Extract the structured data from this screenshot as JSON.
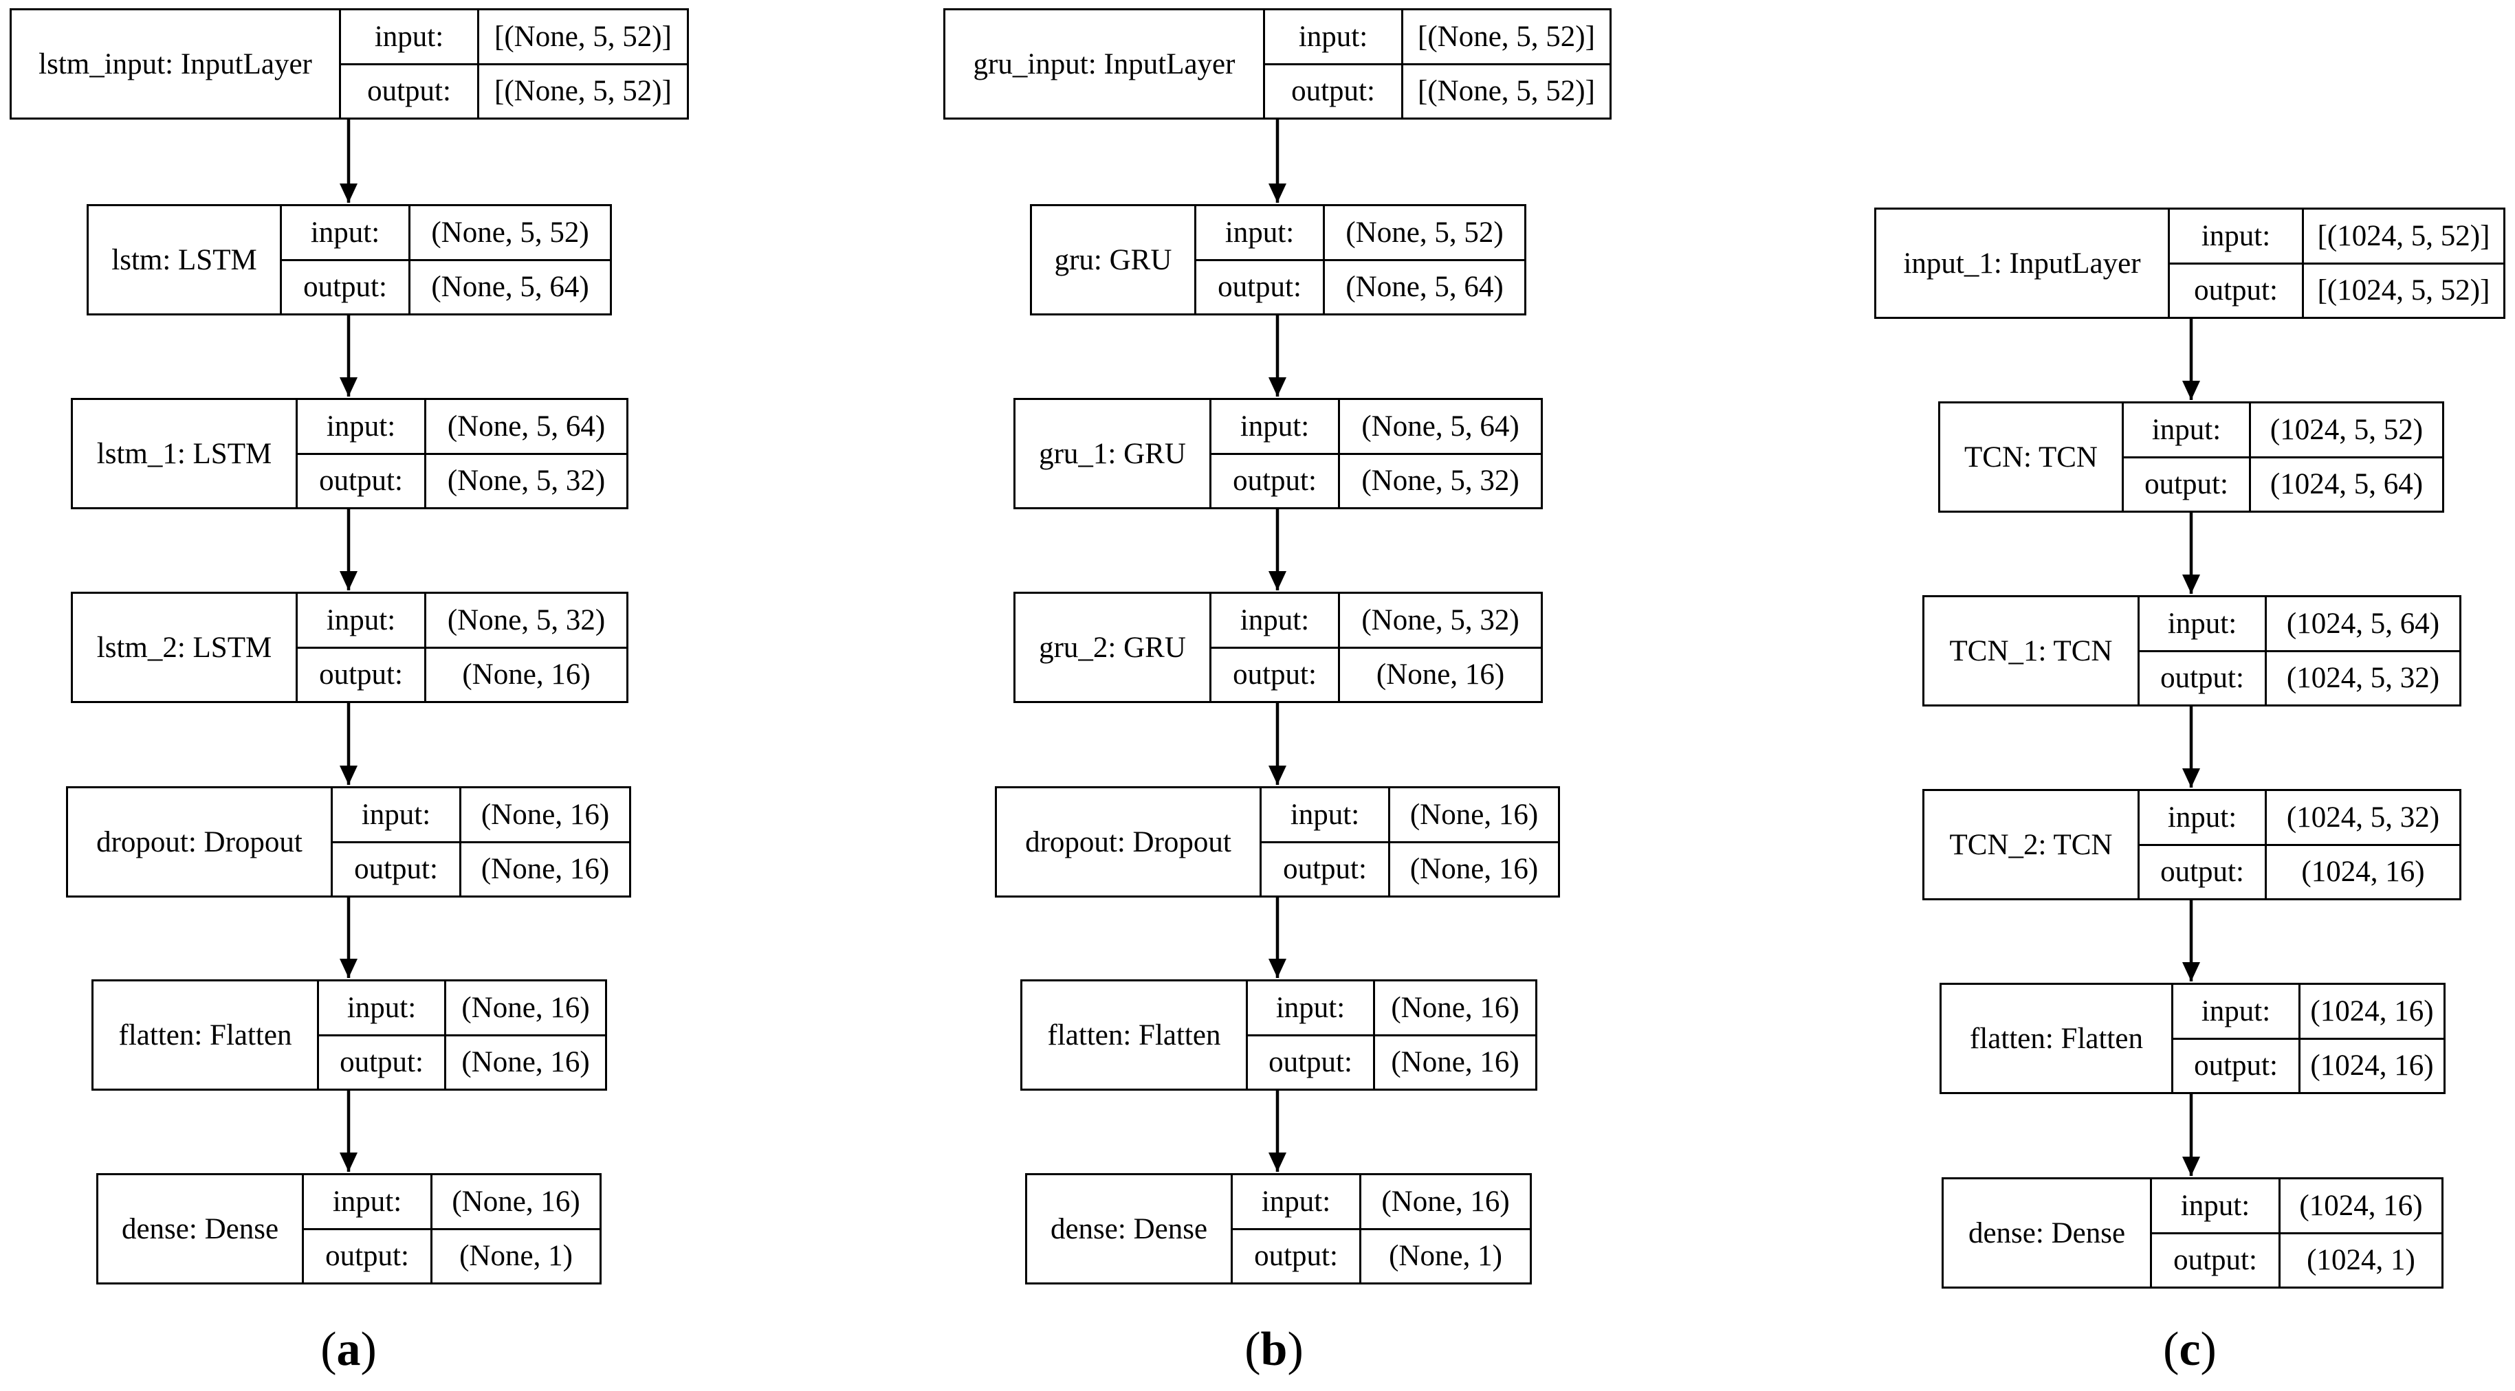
{
  "columns": [
    {
      "caption_open": "(",
      "caption_letter": "a",
      "caption_close": ")",
      "nodes": [
        {
          "name": "lstm_input: InputLayer",
          "in_label": "input:",
          "in_val": "[(None, 5, 52)]",
          "out_label": "output:",
          "out_val": "[(None, 5, 52)]"
        },
        {
          "name": "lstm: LSTM",
          "in_label": "input:",
          "in_val": "(None, 5, 52)",
          "out_label": "output:",
          "out_val": "(None, 5, 64)"
        },
        {
          "name": "lstm_1: LSTM",
          "in_label": "input:",
          "in_val": "(None, 5, 64)",
          "out_label": "output:",
          "out_val": "(None, 5, 32)"
        },
        {
          "name": "lstm_2: LSTM",
          "in_label": "input:",
          "in_val": "(None, 5, 32)",
          "out_label": "output:",
          "out_val": "(None, 16)"
        },
        {
          "name": "dropout: Dropout",
          "in_label": "input:",
          "in_val": "(None, 16)",
          "out_label": "output:",
          "out_val": "(None, 16)"
        },
        {
          "name": "flatten: Flatten",
          "in_label": "input:",
          "in_val": "(None, 16)",
          "out_label": "output:",
          "out_val": "(None, 16)"
        },
        {
          "name": "dense: Dense",
          "in_label": "input:",
          "in_val": "(None, 16)",
          "out_label": "output:",
          "out_val": "(None, 1)"
        }
      ]
    },
    {
      "caption_open": "(",
      "caption_letter": "b",
      "caption_close": ")",
      "nodes": [
        {
          "name": "gru_input: InputLayer",
          "in_label": "input:",
          "in_val": "[(None, 5, 52)]",
          "out_label": "output:",
          "out_val": "[(None, 5, 52)]"
        },
        {
          "name": "gru: GRU",
          "in_label": "input:",
          "in_val": "(None, 5, 52)",
          "out_label": "output:",
          "out_val": "(None, 5, 64)"
        },
        {
          "name": "gru_1: GRU",
          "in_label": "input:",
          "in_val": "(None, 5, 64)",
          "out_label": "output:",
          "out_val": "(None, 5, 32)"
        },
        {
          "name": "gru_2: GRU",
          "in_label": "input:",
          "in_val": "(None, 5, 32)",
          "out_label": "output:",
          "out_val": "(None, 16)"
        },
        {
          "name": "dropout: Dropout",
          "in_label": "input:",
          "in_val": "(None, 16)",
          "out_label": "output:",
          "out_val": "(None, 16)"
        },
        {
          "name": "flatten: Flatten",
          "in_label": "input:",
          "in_val": "(None, 16)",
          "out_label": "output:",
          "out_val": "(None, 16)"
        },
        {
          "name": "dense: Dense",
          "in_label": "input:",
          "in_val": "(None, 16)",
          "out_label": "output:",
          "out_val": "(None, 1)"
        }
      ]
    },
    {
      "caption_open": "(",
      "caption_letter": "c",
      "caption_close": ")",
      "nodes": [
        {
          "name": "input_1: InputLayer",
          "in_label": "input:",
          "in_val": "[(1024, 5, 52)]",
          "out_label": "output:",
          "out_val": "[(1024, 5, 52)]"
        },
        {
          "name": "TCN: TCN",
          "in_label": "input:",
          "in_val": "(1024, 5, 52)",
          "out_label": "output:",
          "out_val": "(1024, 5, 64)"
        },
        {
          "name": "TCN_1: TCN",
          "in_label": "input:",
          "in_val": "(1024, 5, 64)",
          "out_label": "output:",
          "out_val": "(1024, 5, 32)"
        },
        {
          "name": "TCN_2: TCN",
          "in_label": "input:",
          "in_val": "(1024, 5, 32)",
          "out_label": "output:",
          "out_val": "(1024, 16)"
        },
        {
          "name": "flatten: Flatten",
          "in_label": "input:",
          "in_val": "(1024, 16)",
          "out_label": "output:",
          "out_val": "(1024, 16)"
        },
        {
          "name": "dense: Dense",
          "in_label": "input:",
          "in_val": "(1024, 16)",
          "out_label": "output:",
          "out_val": "(1024, 1)"
        }
      ]
    }
  ]
}
